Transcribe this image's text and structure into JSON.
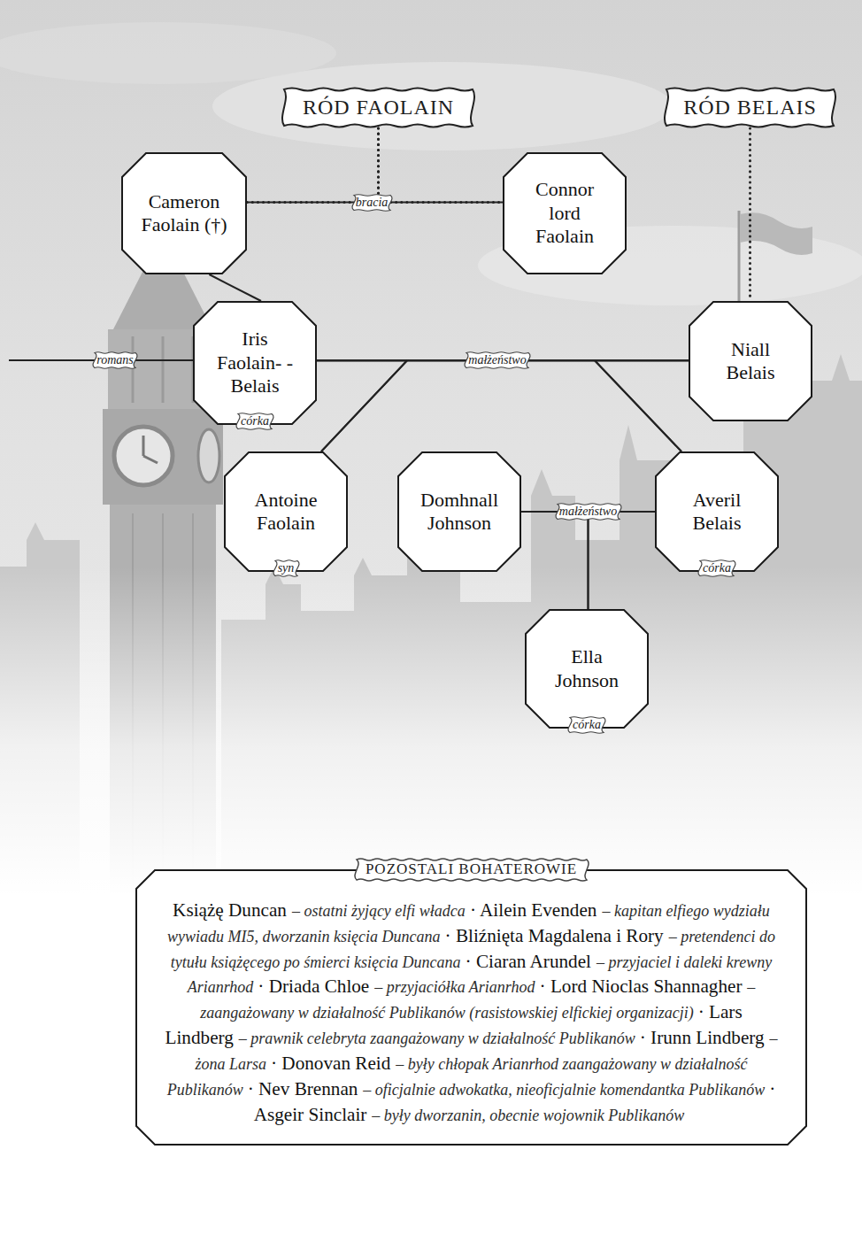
{
  "diagram": {
    "nodes": [
      {
        "text": [
          "RÓD FAOLAIN"
        ]
      },
      {
        "text": [
          "RÓD BELAIS"
        ]
      },
      {
        "text": [
          "Cameron Faolain (†)"
        ]
      },
      {
        "text": [
          "Connor lord Faolain"
        ]
      },
      {
        "text": [
          "Iris Faolain- -Belais",
          "córka"
        ]
      },
      {
        "text": [
          "Niall Belais"
        ]
      },
      {
        "text": [
          "Antoine Faolain",
          "syn"
        ]
      },
      {
        "text": [
          "Domhnall Johnson"
        ]
      },
      {
        "text": [
          "Averil Belais",
          "córka"
        ]
      },
      {
        "text": [
          "Ella Johnson",
          "córka"
        ]
      },
      {
        "text": [
          "POZOSTALI BOHATEROWIE",
          "Książę Duncan",
          "– ostatni żyjący elfi władca",
          "· Ailein Evenden",
          "– kapitan elfiego wydziału wywiadu MI5, dworzanin księcia Duncana",
          "· Bliźnięta Magdalena i Rory",
          "– pretendenci do tytułu książęcego po śmierci księcia Duncana",
          "· Ciaran Arundel",
          "– przyjaciel i daleki krewny Arianrhod",
          "· Driada Chloe",
          "– przyjaciółka Arianrhod",
          "· Lord Nioclas Shannagher",
          "– zaangażowany w działalność Publikanów (rasistowskiej elfickiej organizacji)",
          "· Lars Lindberg",
          "– prawnik celebryta zaangażowany w działalność Publikanów",
          "· Irunn Lindberg",
          "– żona Larsa",
          "· Donovan Reid",
          "– były chłopak Arianrhod zaangażowany w działalność Publikanów",
          "· Nev Brennan",
          "– oficjalnie adwokatka, nieoficjalnie komendantka Publikanów",
          "· Asgeir Sinclair",
          "– były dworzanin, obecnie wojownik Publikanów"
        ]
      }
    ],
    "edges": [
      {
        "from": 2,
        "to": 3,
        "label": "bracia",
        "arrow": "none"
      },
      {
        "from": 0,
        "to": 2,
        "arrow": "none"
      },
      {
        "from": 0,
        "to": 3,
        "arrow": "none"
      },
      {
        "from": 1,
        "to": 5,
        "arrow": "none"
      },
      {
        "from": 2,
        "to": 4,
        "arrow": "none"
      },
      {
        "from": 4,
        "to": 5,
        "label": "małżeństwo",
        "arrow": "none"
      },
      {
        "from": 4,
        "to": 6,
        "arrow": "none"
      },
      {
        "from": 5,
        "to": 6,
        "arrow": "none"
      },
      {
        "from": 4,
        "to": 8,
        "arrow": "none"
      },
      {
        "from": 5,
        "to": 8,
        "arrow": "none"
      },
      {
        "from": 7,
        "to": 8,
        "label": "małżeństwo",
        "arrow": "none"
      },
      {
        "from": 7,
        "to": 9,
        "arrow": "none"
      },
      {
        "from": 8,
        "to": 9,
        "arrow": "none"
      }
    ],
    "labels": [
      "romans"
    ]
  }
}
